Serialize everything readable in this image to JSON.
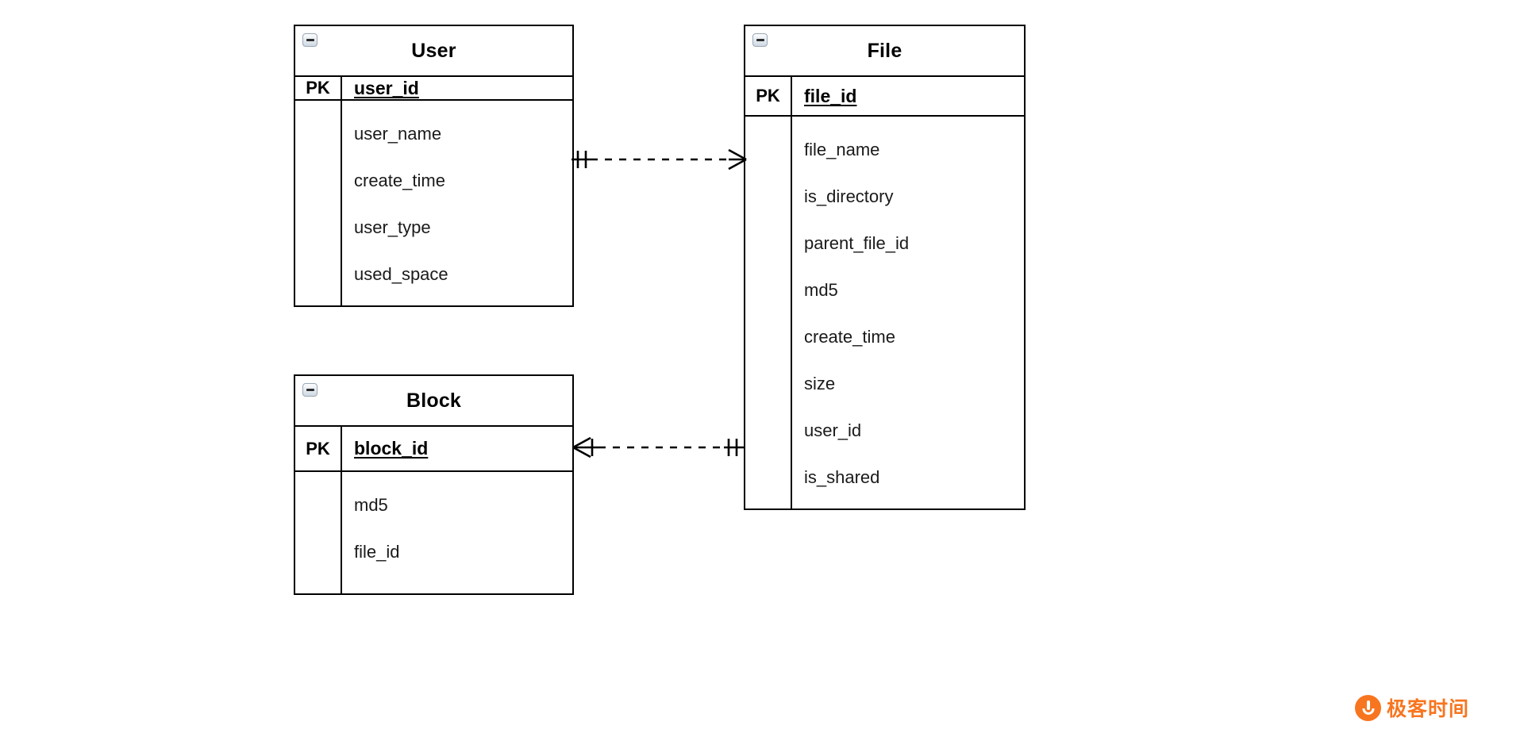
{
  "diagram": {
    "type": "entity-relationship-diagram",
    "notation": "crow's-foot",
    "background_color": "#ffffff",
    "line_color": "#000000"
  },
  "entities": [
    {
      "name": "User",
      "collapse_icon": "minus-box-icon",
      "pk_label": "PK",
      "primary_key": "user_id",
      "attributes": [
        "user_name",
        "create_time",
        "user_type",
        "used_space"
      ]
    },
    {
      "name": "File",
      "collapse_icon": "minus-box-icon",
      "pk_label": "PK",
      "primary_key": "file_id",
      "attributes": [
        "file_name",
        "is_directory",
        "parent_file_id",
        "md5",
        "create_time",
        "size",
        "user_id",
        "is_shared"
      ]
    },
    {
      "name": "Block",
      "collapse_icon": "minus-box-icon",
      "pk_label": "PK",
      "primary_key": "block_id",
      "attributes": [
        "md5",
        "file_id"
      ]
    }
  ],
  "relationships": [
    {
      "name": "user-to-file",
      "from_entity": "User",
      "to_entity": "File",
      "from_cardinality": "one-and-only-one",
      "to_cardinality": "many",
      "line_style": "dashed"
    },
    {
      "name": "block-to-file",
      "from_entity": "Block",
      "to_entity": "File",
      "from_cardinality": "many",
      "to_cardinality": "one-and-only-one",
      "line_style": "dashed"
    }
  ],
  "watermark": {
    "text": "极客时间",
    "color": "#f7751f",
    "icon": "geektime-logo-icon"
  }
}
